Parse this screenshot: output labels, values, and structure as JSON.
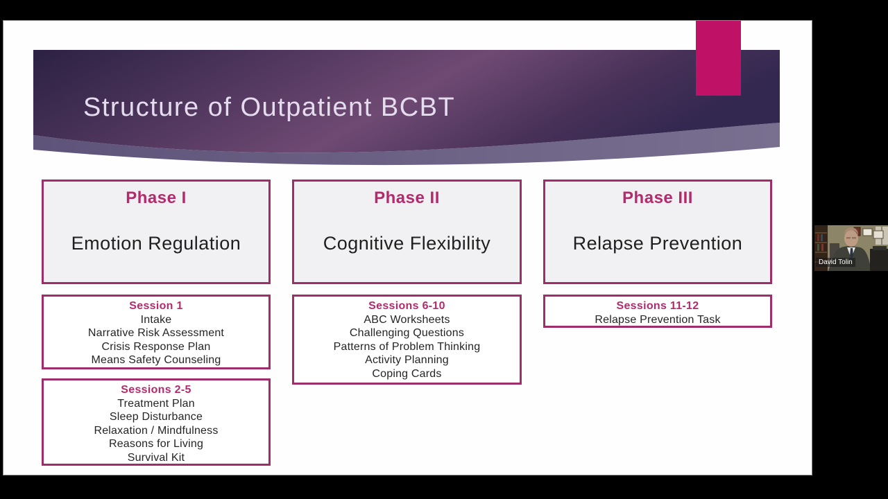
{
  "slide": {
    "title": "Structure of Outpatient BCBT",
    "columns": [
      {
        "phase": "Phase I",
        "focus": "Emotion Regulation",
        "sessions": [
          {
            "heading": "Session 1",
            "items": [
              "Intake",
              "Narrative Risk Assessment",
              "Crisis Response Plan",
              "Means Safety Counseling"
            ]
          },
          {
            "heading": "Sessions 2-5",
            "items": [
              "Treatment Plan",
              "Sleep Disturbance",
              "Relaxation / Mindfulness",
              "Reasons for Living",
              "Survival Kit"
            ]
          }
        ]
      },
      {
        "phase": "Phase II",
        "focus": "Cognitive Flexibility",
        "sessions": [
          {
            "heading": "Sessions 6-10",
            "items": [
              "ABC Worksheets",
              "Challenging Questions",
              "Patterns of Problem Thinking",
              "Activity Planning",
              "Coping Cards"
            ]
          }
        ]
      },
      {
        "phase": "Phase III",
        "focus": "Relapse Prevention",
        "sessions": [
          {
            "heading": "Sessions 11-12",
            "items": [
              "Relapse Prevention Task"
            ]
          }
        ]
      }
    ]
  },
  "webcam": {
    "participant_name": "David Tolin"
  },
  "colors": {
    "accent_magenta": "#bf1166",
    "box_border": "#9e2d69",
    "heading_magenta": "#b32b6c",
    "banner_dark": "#2b2143",
    "banner_mid": "#6f4a73",
    "banner_swoosh": "#6e6287",
    "title_text": "#e6dcef"
  }
}
